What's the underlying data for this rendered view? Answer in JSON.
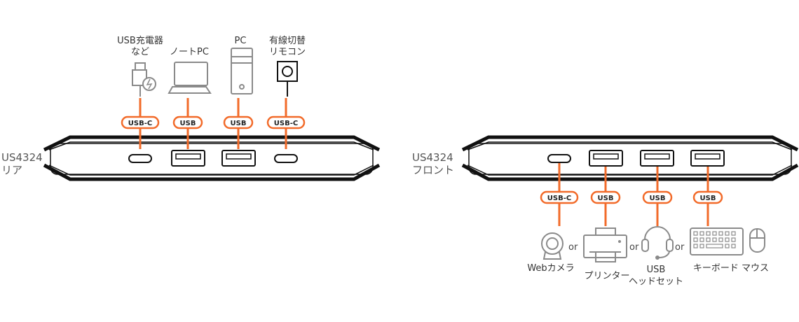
{
  "colors": {
    "cable": "#f26b2a",
    "icon": "#8a8a8a",
    "body": "#111111"
  },
  "rear": {
    "model": "US4324",
    "side": "リア",
    "ports": [
      {
        "badge": "USB-C",
        "device_lines": [
          "USB充電器",
          "など"
        ],
        "icon": "usb-charger-icon"
      },
      {
        "badge": "USB",
        "device_lines": [
          "ノートPC"
        ],
        "icon": "laptop-icon"
      },
      {
        "badge": "USB",
        "device_lines": [
          "PC"
        ],
        "icon": "desktop-pc-icon"
      },
      {
        "badge": "USB-C",
        "device_lines": [
          "有線切替",
          "リモコン"
        ],
        "icon": "wired-remote-icon"
      }
    ]
  },
  "front": {
    "model": "US4324",
    "side": "フロント",
    "ports": [
      {
        "badge": "USB-C"
      },
      {
        "badge": "USB"
      },
      {
        "badge": "USB"
      },
      {
        "badge": "USB"
      }
    ],
    "devices": [
      {
        "label": "Webカメラ",
        "icon": "webcam-icon"
      },
      {
        "label": "プリンター",
        "icon": "printer-icon"
      },
      {
        "label_lines": [
          "USB",
          "ヘッドセット"
        ],
        "icon": "headset-icon"
      },
      {
        "label": "キーボード マウス",
        "icon": "keyboard-mouse-icon"
      }
    ],
    "separator": "or"
  }
}
